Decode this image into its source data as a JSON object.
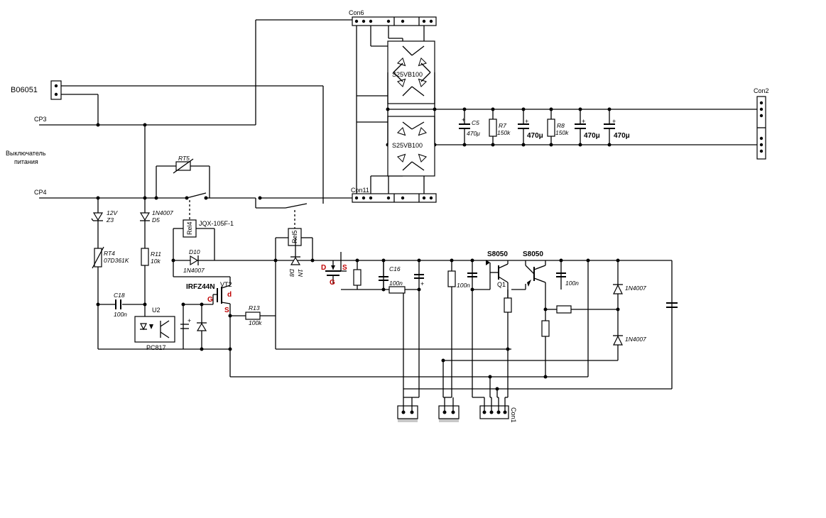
{
  "diagram": {
    "connectors": {
      "b06051": "B06051",
      "cp3": "CP3",
      "cp4": "CP4",
      "con6": "Con6",
      "con11": "Con11",
      "con2": "Con2",
      "con1": "Con1"
    },
    "switch_label": [
      "Выключатель",
      "питания"
    ],
    "bridges": [
      "S25VB100",
      "S25VB100"
    ],
    "components": {
      "rt5": "RT5",
      "z3_value": "12V",
      "z3_ref": "Z3",
      "d5_value": "1N4007",
      "d5_ref": "D5",
      "relay4": "Rel4",
      "relay4_model": "JQX-105F-1",
      "relay5": "Rel5",
      "rt4_ref": "RT4",
      "rt4_value": "07D361K",
      "r11_ref": "R11",
      "r11_value": "10k",
      "d10_ref": "D10",
      "d10_value": "1N4007",
      "d8_ref": "D8",
      "d8_value": "1N",
      "c18_ref": "C18",
      "c18_value": "100n",
      "u2_ref": "U2",
      "u2_model": "PC817",
      "vt2_model": "IRFZ44N",
      "vt2_ref": "VT2",
      "r13_ref": "R13",
      "r13_value": "100k",
      "c5_ref": "C5",
      "c5_value": "470μ",
      "r7_ref": "R7",
      "r7_value": "150k",
      "r8_ref": "R8",
      "r8_value": "150k",
      "cap_470": "470μ",
      "c16_ref": "C16",
      "c16_value": "100n",
      "cap_100n": "100n",
      "q1_ref": "Q1",
      "transistor_model": "S8050",
      "diode_1n4007": "1N4007"
    },
    "pins": {
      "g": "G",
      "d_small": "d",
      "s": "S",
      "d": "D",
      "plus": "+"
    }
  }
}
